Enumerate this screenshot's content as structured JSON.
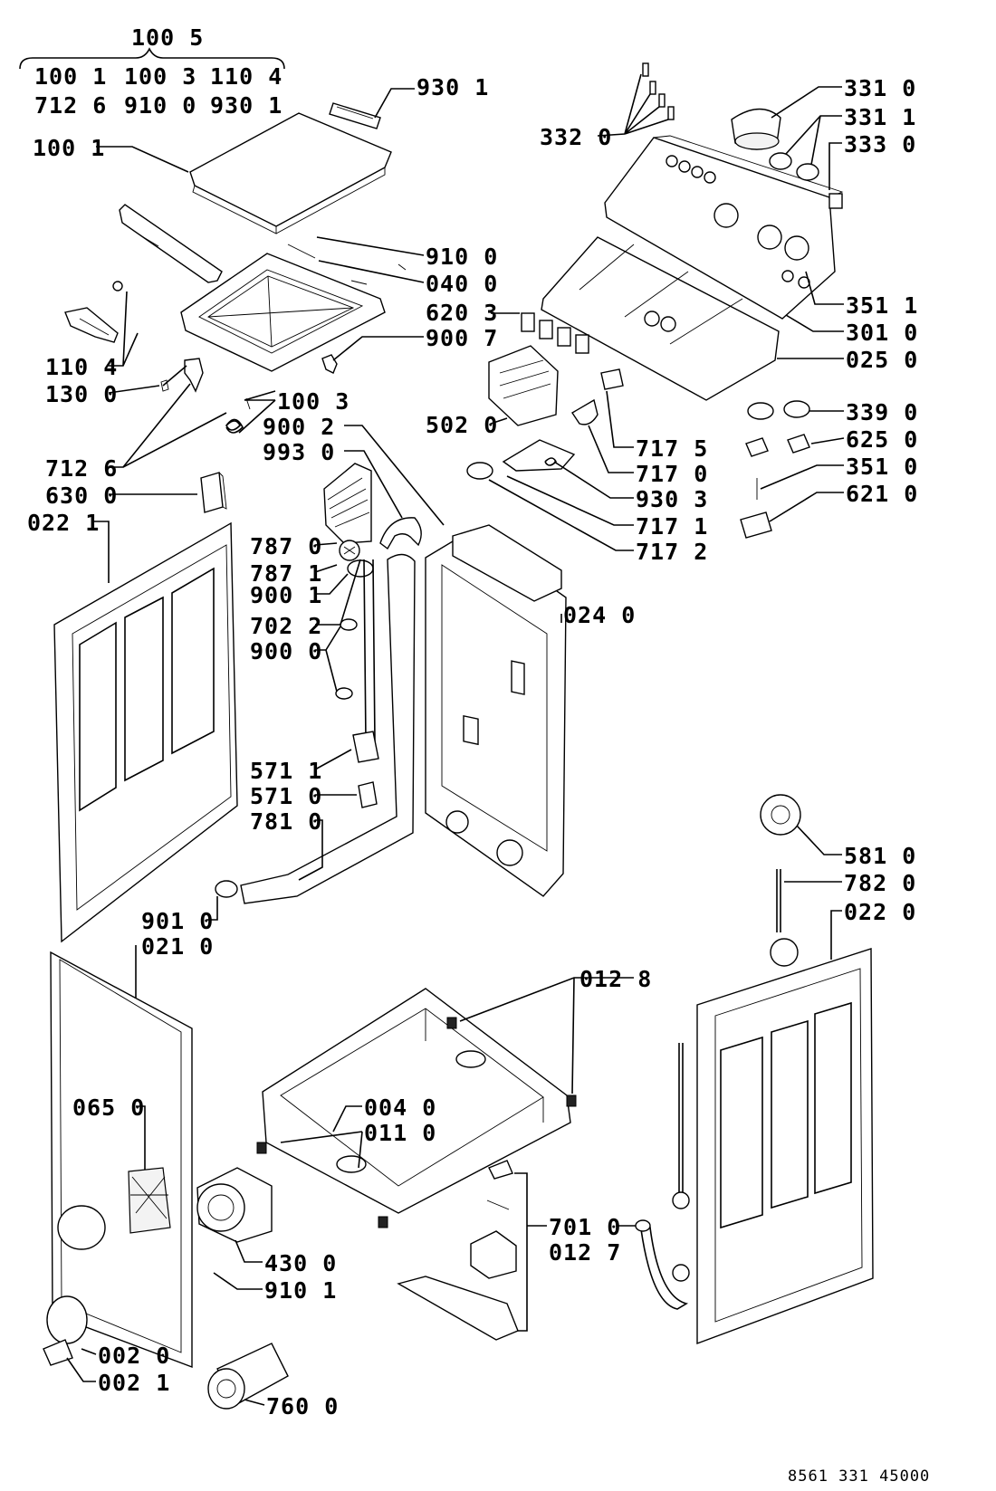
{
  "header_group": {
    "title": "100 5",
    "row1": [
      "100 1",
      "100 3",
      "110 4"
    ],
    "row2": [
      "712 6",
      "910 0",
      "930 1"
    ]
  },
  "callouts": [
    "930 1",
    "100 1",
    "910 0",
    "040 0",
    "110 4",
    "130 0",
    "100 3",
    "900 7",
    "712 6",
    "630 0",
    "022 1",
    "332 0",
    "331 0",
    "331 1",
    "333 0",
    "351 1",
    "301 0",
    "025 0",
    "620 3",
    "502 0",
    "339 0",
    "625 0",
    "351 0",
    "621 0",
    "717 5",
    "717 0",
    "930 3",
    "717 1",
    "717 2",
    "900 2",
    "993 0",
    "787 0",
    "787 1",
    "900 1",
    "702 2",
    "900 0",
    "024 0",
    "571 1",
    "571 0",
    "781 0",
    "901 0",
    "021 0",
    "581 0",
    "782 0",
    "022 0",
    "012 8",
    "004 0",
    "011 0",
    "065 0",
    "430 0",
    "910 1",
    "701 0",
    "012 7",
    "002 0",
    "002 1",
    "760 0"
  ],
  "footer": {
    "code": "8561 331 45000"
  }
}
